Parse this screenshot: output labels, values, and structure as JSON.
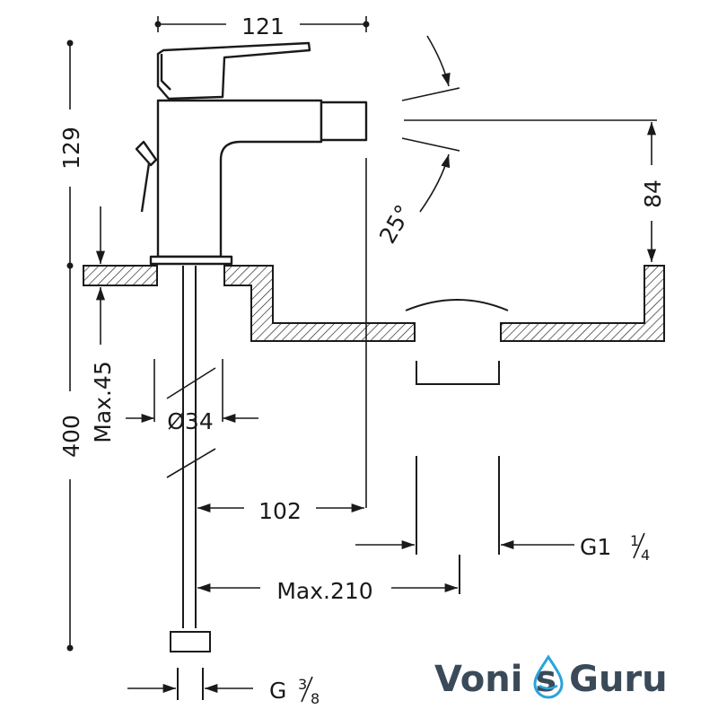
{
  "dimensions": {
    "width_top": "121",
    "height_total": "129",
    "spout_height": "84",
    "spout_angle": "25°",
    "thickness_max": "Max.45",
    "body_diameter": "Ø34",
    "total_height": "400",
    "reach": "102",
    "waste_thread": "G1",
    "waste_thread_frac_num": "1",
    "waste_thread_frac_den": "4",
    "reach_max": "Max.210",
    "supply_thread": "G",
    "supply_thread_frac_num": "3",
    "supply_thread_frac_den": "8"
  },
  "logo": {
    "part1": "Voni",
    "part2": "s",
    "part3": "Guru"
  },
  "colors": {
    "ink": "#1a1a1a",
    "logo_dark": "#3a4a59",
    "logo_blue": "#29a3dc"
  }
}
